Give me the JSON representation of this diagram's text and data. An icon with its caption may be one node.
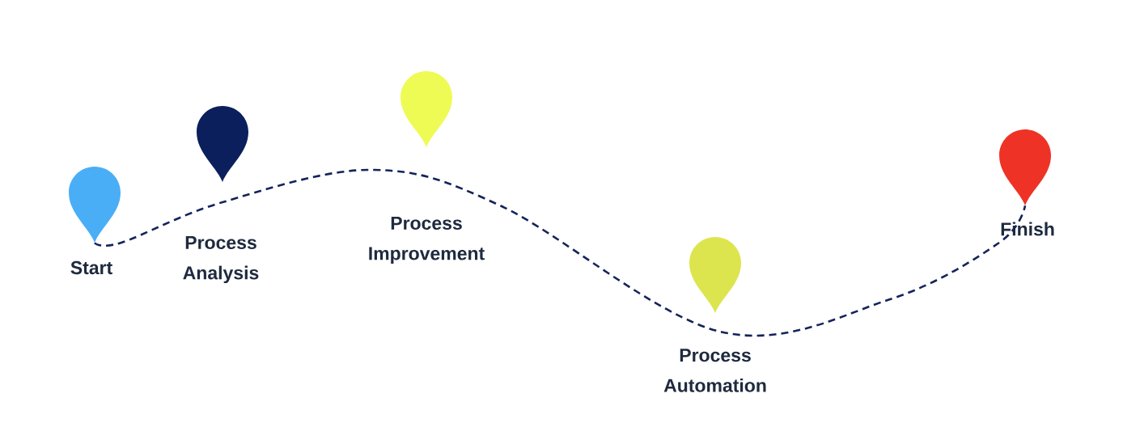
{
  "diagram": {
    "nodes": [
      {
        "text": [],
        "shape": "pin",
        "beside": [
          "Start"
        ]
      },
      {
        "text": [],
        "shape": "pin",
        "beside": [
          "Process Analysis"
        ]
      },
      {
        "text": [],
        "shape": "pin",
        "beside": [
          "Process Improvement"
        ]
      },
      {
        "text": [],
        "shape": "pin",
        "beside": [
          "Process Automation"
        ]
      },
      {
        "text": [],
        "shape": "pin",
        "beside": [
          "Finish"
        ]
      }
    ],
    "edges": [
      {
        "from": 0,
        "to": 4,
        "arrow": "none",
        "style": "dashed"
      }
    ]
  }
}
